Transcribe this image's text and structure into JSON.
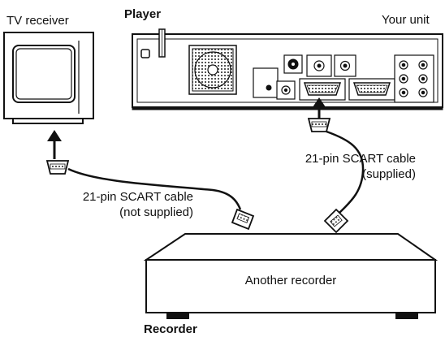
{
  "labels": {
    "tv_receiver": "TV receiver",
    "player": "Player",
    "your_unit": "Your unit",
    "cable_right_line1": "21-pin SCART cable",
    "cable_right_line2": "(supplied)",
    "cable_left_line1": "21-pin SCART cable",
    "cable_left_line2": "(not supplied)",
    "another_recorder": "Another recorder",
    "recorder": "Recorder"
  }
}
